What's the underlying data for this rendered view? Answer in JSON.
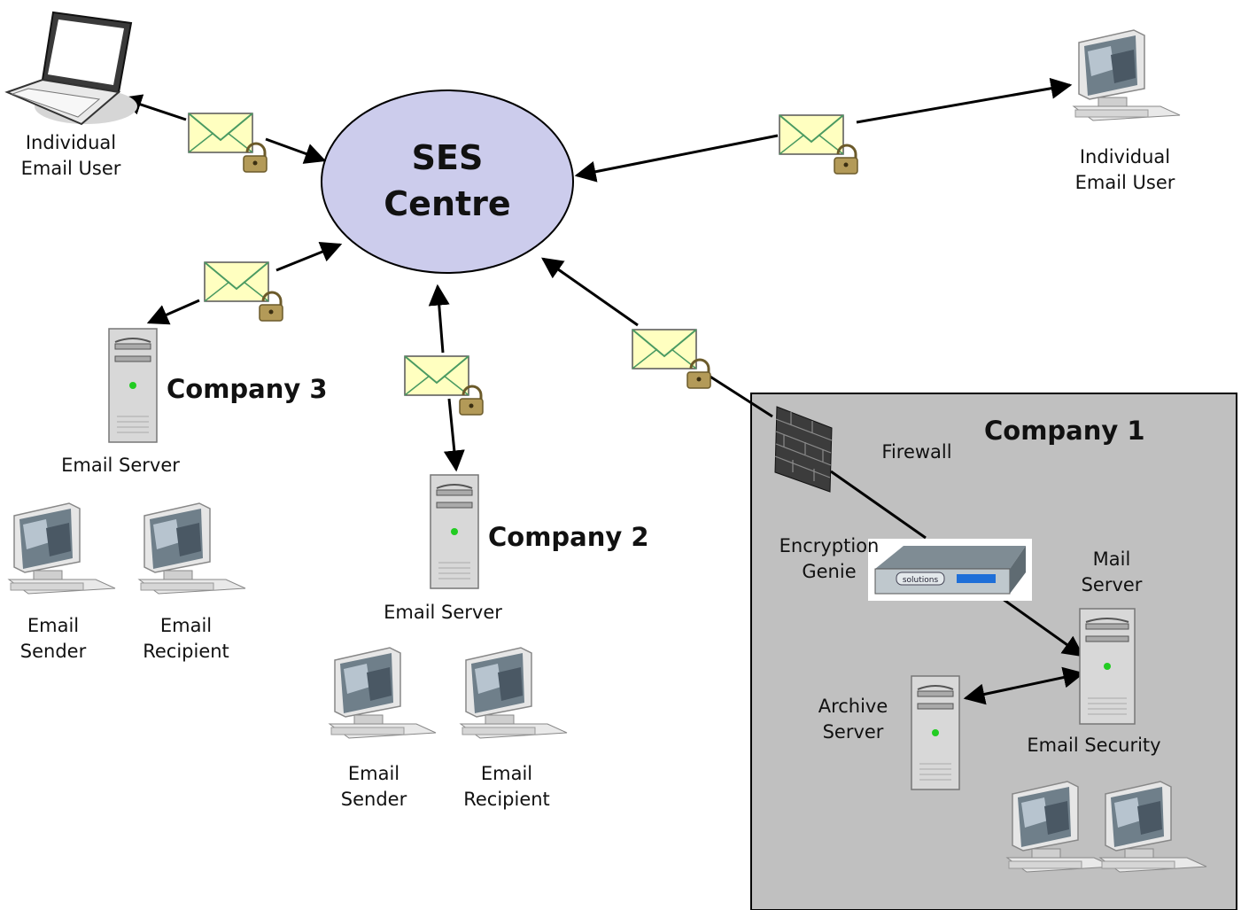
{
  "hub": {
    "title": "SES\nCentre"
  },
  "labels": {
    "laptop_user": "Individual\nEmail User",
    "desktop_user": "Individual\nEmail User",
    "c3_name": "Company 3",
    "c3_server": "Email Server",
    "c3_sender": "Email\nSender",
    "c3_recipient": "Email\nRecipient",
    "c2_name": "Company 2",
    "c2_server": "Email Server",
    "c2_sender": "Email\nSender",
    "c2_recipient": "Email\nRecipient",
    "c1_name": "Company 1",
    "firewall": "Firewall",
    "genie": "Encryption\nGenie",
    "genie_brand": "solutions",
    "mail_server": "Mail\nServer",
    "archive_server": "Archive\nServer",
    "email_security": "Email Security"
  },
  "colors": {
    "hub_fill": "#ccccec",
    "company1_bg": "#c0c0c0",
    "envelope": "#ffffc0",
    "envelope_line": "#4a9a62",
    "arrow": "#000000",
    "server_body": "#d8d8d8",
    "status_led": "#22cc22",
    "genie_display": "#1e6fd8"
  },
  "icons": {
    "laptop": "laptop-icon",
    "desktop": "desktop-computer-icon",
    "server": "server-tower-icon",
    "envelope": "envelope-icon",
    "padlock": "padlock-icon",
    "firewall": "firewall-icon",
    "appliance": "rack-appliance-icon"
  }
}
